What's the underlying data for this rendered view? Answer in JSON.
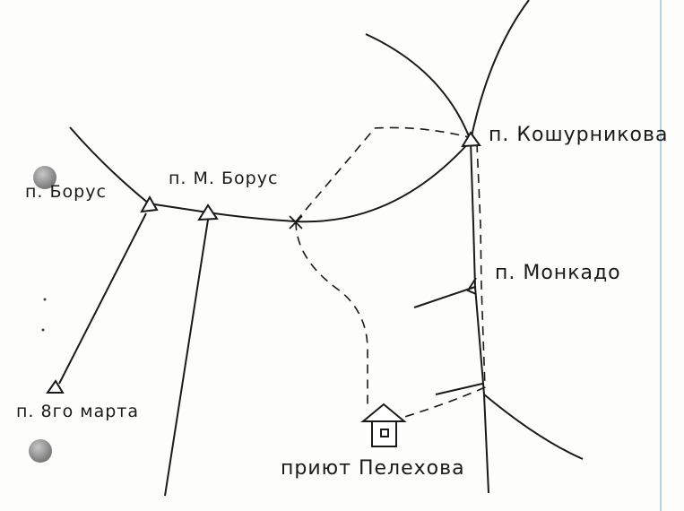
{
  "labels": {
    "borus": "п. Борус",
    "m_borus": "п. М. Борус",
    "koshurnikova": "п. Кошурникова",
    "monkado": "п. Монкадо",
    "march8": "п. 8го марта",
    "shelter": "приют Пелехова"
  },
  "colors": {
    "ink": "#1a1a1a",
    "paper": "#fdfdfb",
    "margin_rule": "#b7d3ea"
  },
  "icons": [
    "triangle-marker-icon",
    "cross-marker-icon",
    "house-icon",
    "punch-hole-icon"
  ]
}
